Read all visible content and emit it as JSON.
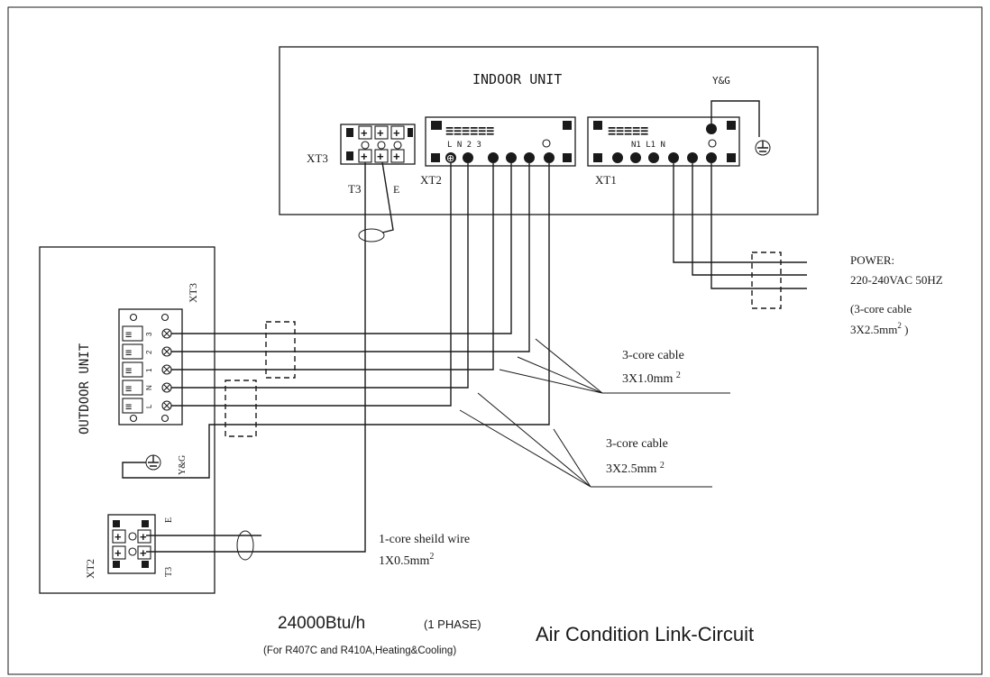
{
  "indoor_unit": {
    "title": "INDOOR UNIT",
    "ground_label": "Y&G",
    "xt3_label": "XT3",
    "xt2_label": "XT2",
    "xt1_label": "XT1",
    "t3_label": "T3",
    "e_label": "E",
    "xt2_terminals": "L  N 2 3",
    "xt1_terminals": "N1    L1 N"
  },
  "outdoor_unit": {
    "title": "OUTDOOR UNIT",
    "xt3_label": "XT3",
    "xt2_label": "XT2",
    "ground_label": "Y&G",
    "e_label": "E",
    "t3_label": "T3",
    "terminal_numbers": [
      "3",
      "2",
      "1",
      "N",
      "L"
    ]
  },
  "power": {
    "line1": "POWER:",
    "line2": "220-240VAC 50HZ",
    "line3": "(3-core cable",
    "line4": "3X2.5mm",
    "line4_sup": "2",
    "line4_end": " )"
  },
  "cable_a": {
    "line1": "3-core cable",
    "line2": "3X1.0mm ",
    "sup": "2"
  },
  "cable_b": {
    "line1": "3-core cable",
    "line2": "3X2.5mm ",
    "sup": "2"
  },
  "cable_c": {
    "line1": "1-core sheild wire",
    "line2": "1X0.5mm",
    "sup": "2"
  },
  "caption": {
    "model": "24000Btu/h",
    "phase": "(1 PHASE)",
    "refrigerant": "(For R407C and R410A,Heating&Cooling)",
    "title": "Air Condition Link-Circuit"
  }
}
